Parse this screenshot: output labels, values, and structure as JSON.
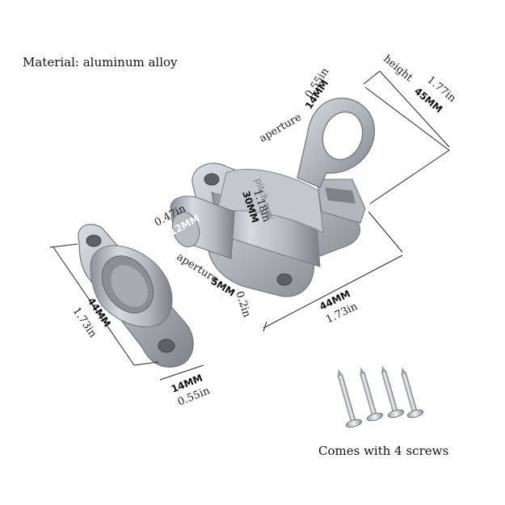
{
  "material": "Material: aluminum alloy",
  "screws_caption": "Comes with 4 screws",
  "dimensions": {
    "ring_in": "0.55in",
    "ring_mm": "14MM",
    "ring_prefix": "aperture",
    "height_word": "height",
    "height_in": "1.77in",
    "height_mm": "45MM",
    "pitch_word": "pitch-row",
    "pitch_in": "1.18in",
    "pitch_mm": "30MM",
    "bolt_in": "0.47in",
    "bolt_mm": "12MM",
    "bolt_ap_prefix": "aperture",
    "bolt_ap_mm": "5MM",
    "bolt_ap_in": "0.2in",
    "base_mm": "44MM",
    "base_in": "1.73in",
    "keeper_mm": "44MM",
    "keeper_in": "1.73in",
    "keeper_w_mm": "14MM",
    "keeper_w_in": "0.55in"
  },
  "colors": {
    "metal_light": "#c9ccd0",
    "metal_mid": "#a4a8ae",
    "metal_dark": "#6f747b",
    "background": "#ffffff"
  }
}
